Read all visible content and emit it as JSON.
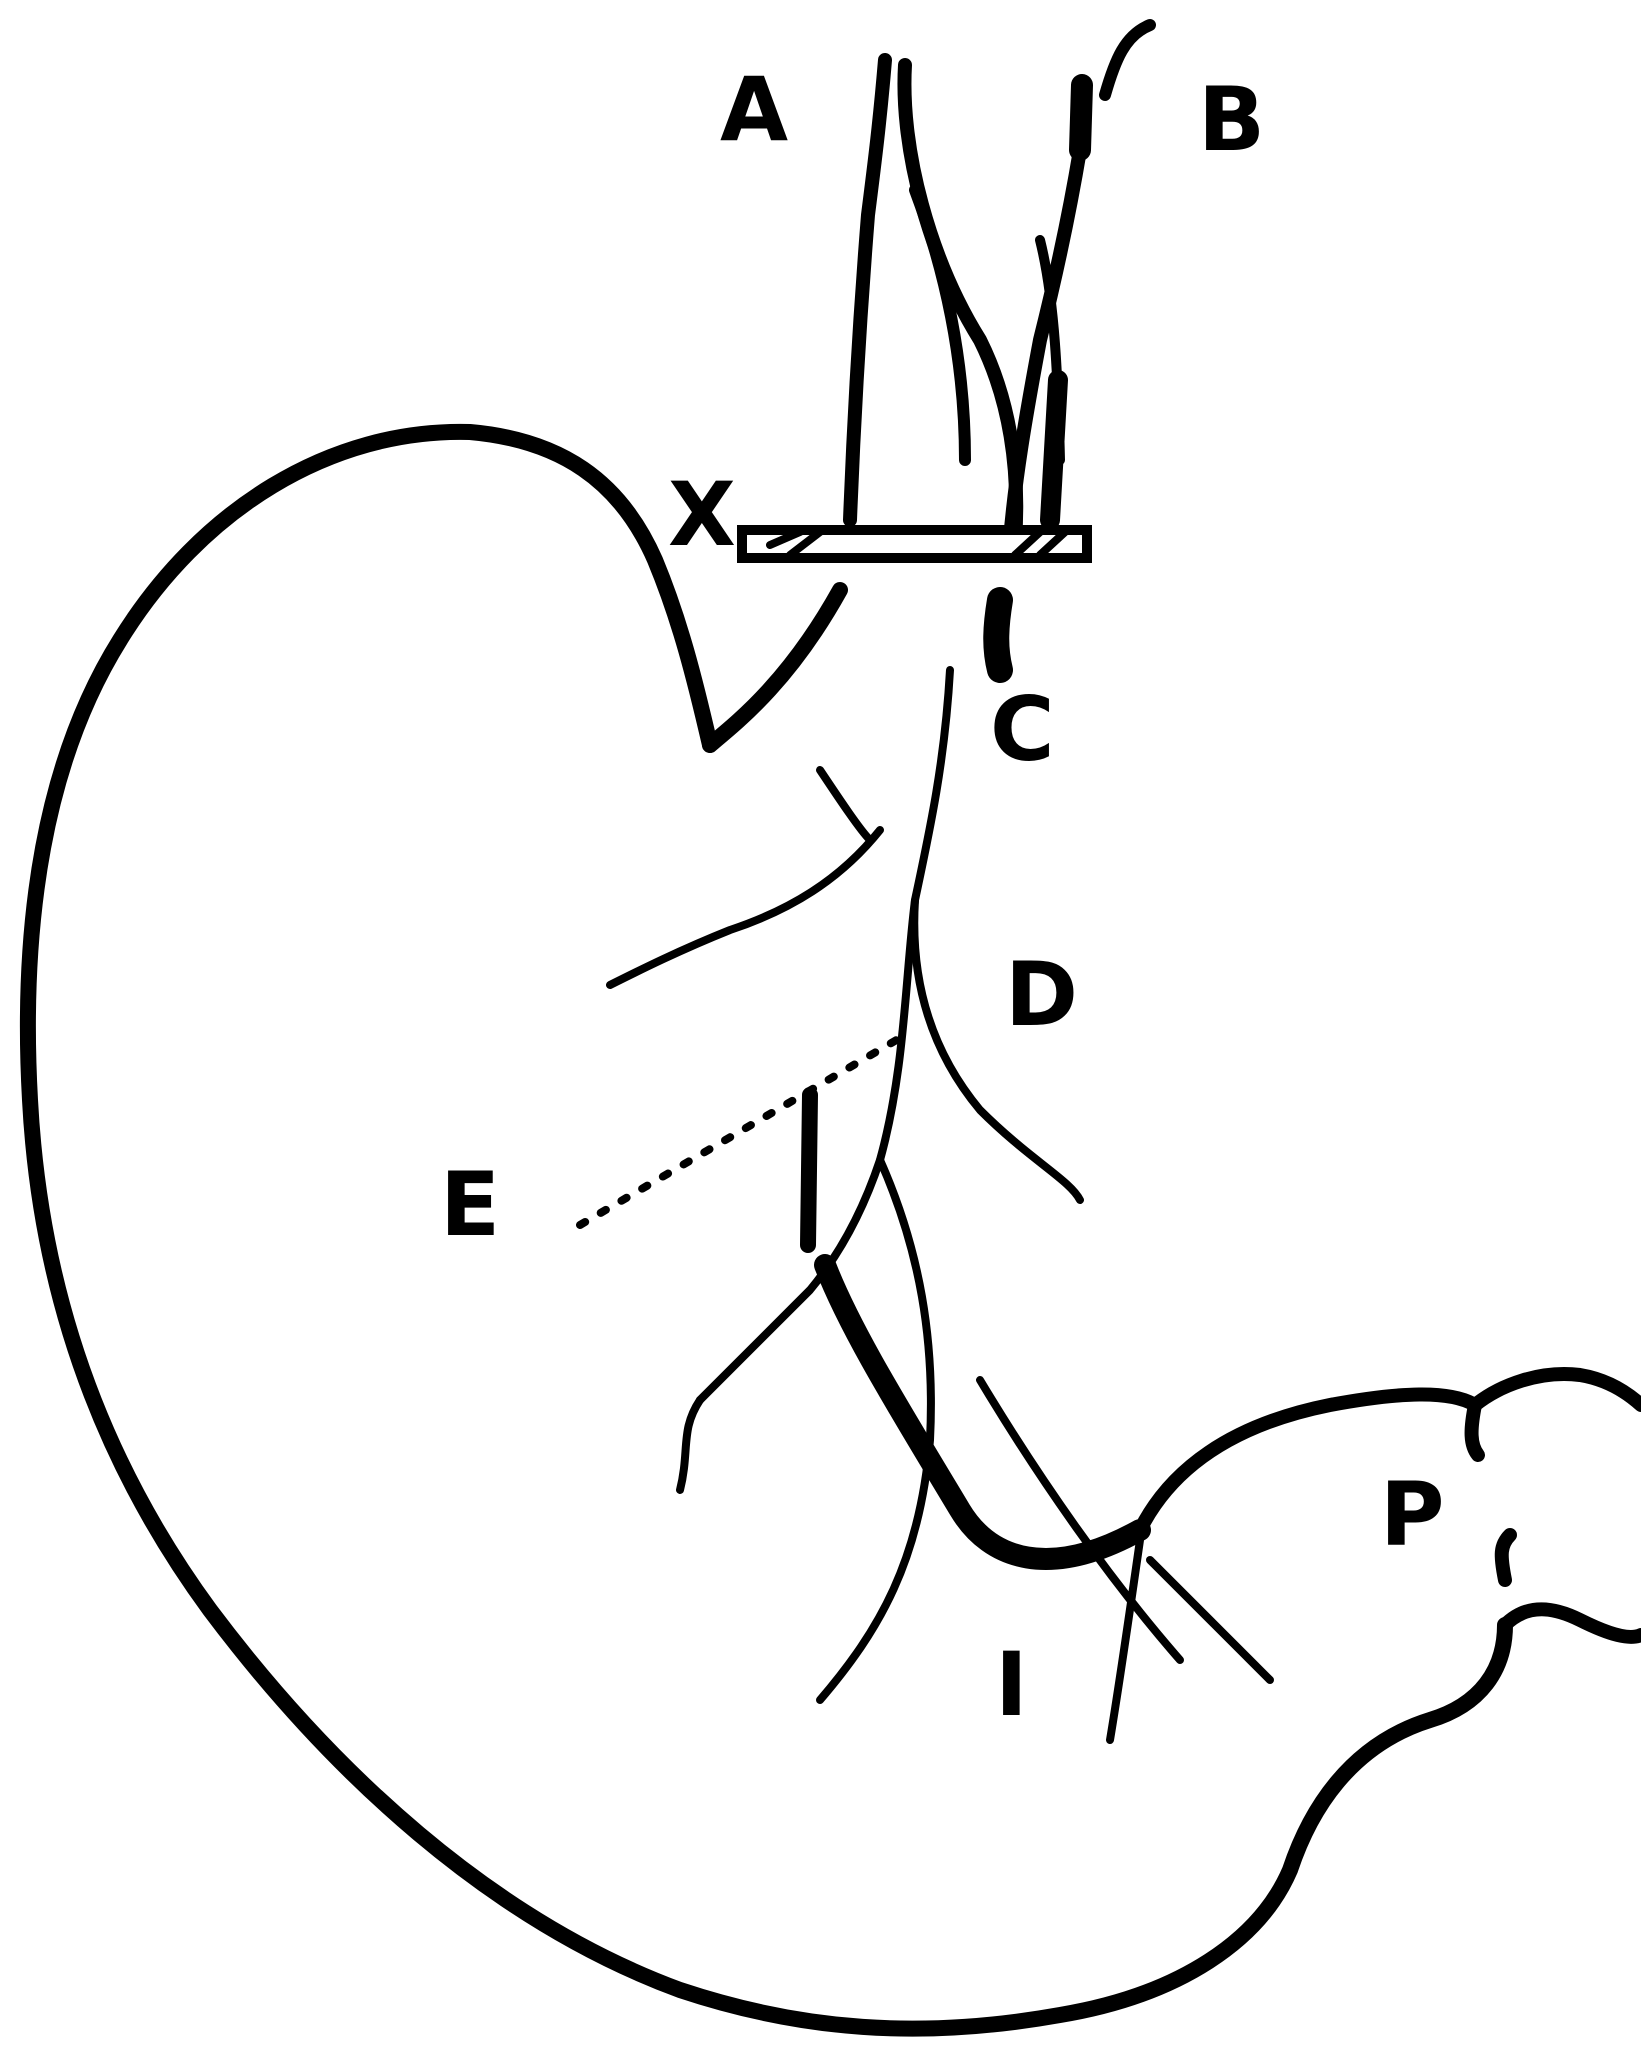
{
  "diagram": {
    "labels": {
      "a": "A",
      "b": "B",
      "x": "X",
      "c": "C",
      "d": "D",
      "e": "E",
      "i": "I",
      "p": "P"
    }
  },
  "colors": {
    "ink": "#000000",
    "background": "#ffffff"
  }
}
